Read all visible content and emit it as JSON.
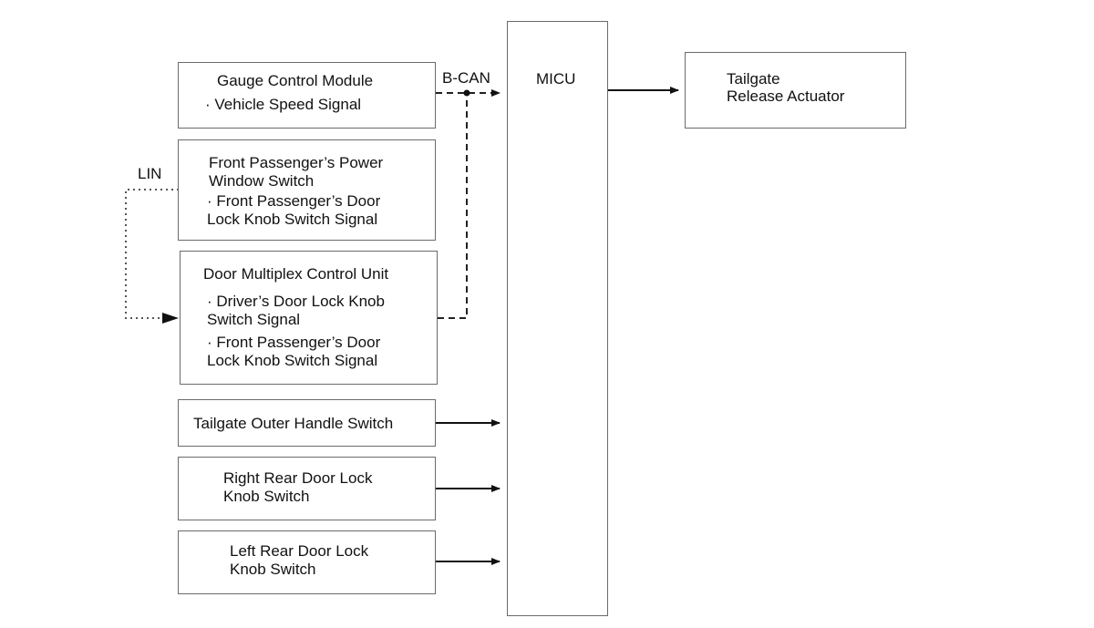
{
  "diagram": {
    "micu": {
      "label": "MICU"
    },
    "actuator": {
      "line1": "Tailgate",
      "line2": "Release Actuator"
    },
    "gauge": {
      "title": "Gauge Control Module",
      "signal": "· Vehicle Speed Signal"
    },
    "front_passenger_switch": {
      "line1": "Front Passenger’s Power",
      "line2": "Window Switch",
      "line3": "· Front Passenger’s Door",
      "line4": "Lock Knob Switch Signal"
    },
    "door_multiplex": {
      "title": "Door Multiplex Control Unit",
      "line1": "· Driver’s Door Lock Knob",
      "line2": "Switch Signal",
      "line3": "· Front Passenger’s Door",
      "line4": "Lock Knob Switch Signal"
    },
    "tailgate_handle": {
      "label": "Tailgate Outer Handle Switch"
    },
    "right_rear": {
      "line1": "Right Rear Door Lock",
      "line2": "Knob Switch"
    },
    "left_rear": {
      "line1": "Left Rear Door Lock",
      "line2": "Knob Switch"
    },
    "bus_labels": {
      "bcan": "B-CAN",
      "lin": "LIN"
    }
  }
}
